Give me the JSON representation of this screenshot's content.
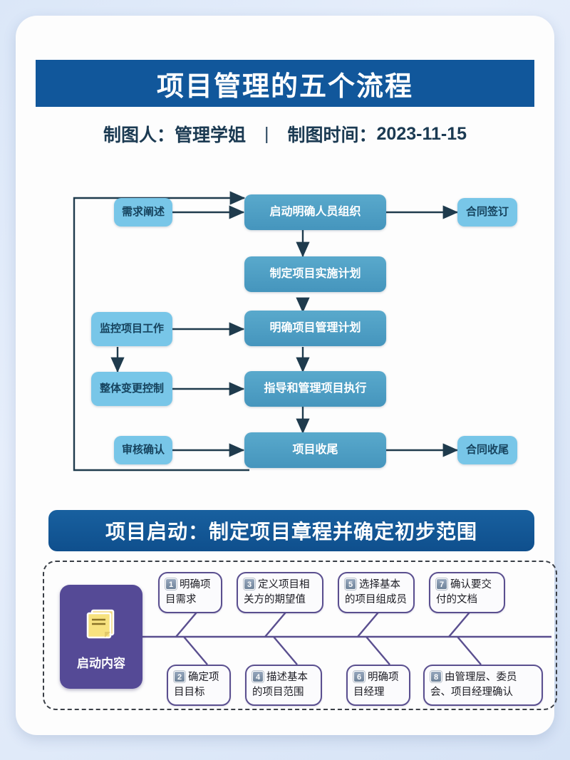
{
  "header": {
    "title": "项目管理的五个流程",
    "author_label": "制图人：",
    "author_value": "管理学姐",
    "separator": "|",
    "date_label": "制图时间：",
    "date_value": "2023-11-15"
  },
  "flowchart": {
    "nodes": [
      {
        "id": "n1",
        "label": "需求阐述",
        "style": "light"
      },
      {
        "id": "n2",
        "label": "启动明确人员组织",
        "style": "mid"
      },
      {
        "id": "n3",
        "label": "合同签订",
        "style": "light"
      },
      {
        "id": "n4",
        "label": "制定项目实施计划",
        "style": "mid"
      },
      {
        "id": "n5",
        "label": "监控项目工作",
        "style": "light"
      },
      {
        "id": "n6",
        "label": "明确项目管理计划",
        "style": "mid"
      },
      {
        "id": "n7",
        "label": "整体变更控制",
        "style": "light"
      },
      {
        "id": "n8",
        "label": "指导和管理项目执行",
        "style": "mid"
      },
      {
        "id": "n9",
        "label": "审核确认",
        "style": "light"
      },
      {
        "id": "n10",
        "label": "项目收尾",
        "style": "mid"
      },
      {
        "id": "n11",
        "label": "合同收尾",
        "style": "light"
      }
    ],
    "colors": {
      "light_box": "#78c6e8",
      "mid_box": "#4595bd",
      "arrow": "#1f3b4d"
    }
  },
  "banner": {
    "text": "项目启动：制定项目章程并确定初步范围"
  },
  "fishbone": {
    "root_label": "启动内容",
    "root_icon": "note-document-icon",
    "root_color": "#554a96",
    "spine_color": "#5a4f8f",
    "items_top": [
      {
        "num": "1",
        "text": "明确项目需求"
      },
      {
        "num": "3",
        "text": "定义项目相关方的期望值"
      },
      {
        "num": "5",
        "text": "选择基本的项目组成员"
      },
      {
        "num": "7",
        "text": "确认要交付的文档"
      }
    ],
    "items_bottom": [
      {
        "num": "2",
        "text": "确定项目目标"
      },
      {
        "num": "4",
        "text": "描述基本的项目范围"
      },
      {
        "num": "6",
        "text": "明确项目经理"
      },
      {
        "num": "8",
        "text": "由管理层、委员会、项目经理确认"
      }
    ]
  }
}
